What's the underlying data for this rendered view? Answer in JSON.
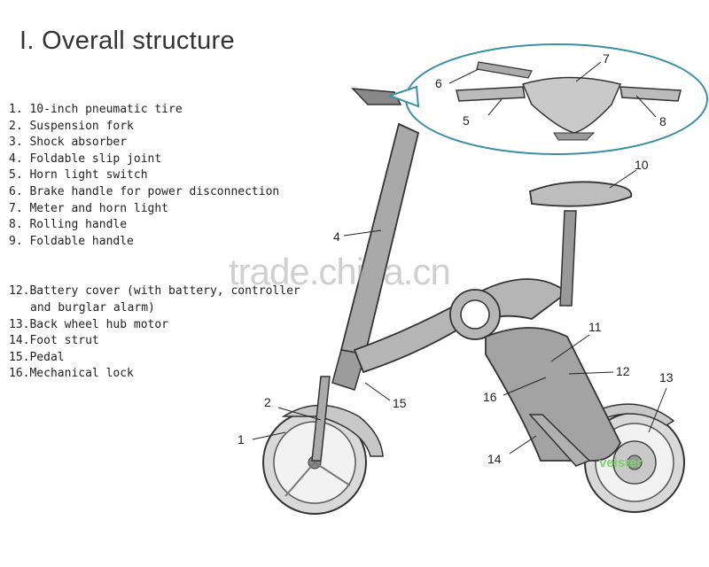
{
  "title": "I. Overall structure",
  "parts": [
    "1. 10-inch pneumatic tire",
    "2. Suspension fork",
    "3. Shock absorber",
    "4. Foldable slip joint",
    "5. Horn light switch",
    "6. Brake handle for power disconnection",
    "7. Meter and horn light",
    "8. Rolling handle",
    "9. Foldable handle",
    "12.Battery cover (with battery, controller",
    "and burglar alarm)",
    "13.Back wheel hub motor",
    "14.Foot strut",
    "15.Pedal",
    "16.Mechanical lock"
  ],
  "callouts": {
    "c1": "1",
    "c2": "2",
    "c4": "4",
    "c5": "5",
    "c6": "6",
    "c7": "7",
    "c8": "8",
    "c10": "10",
    "c11": "11",
    "c12": "12",
    "c13": "13",
    "c14": "14",
    "c15": "15",
    "c16": "16"
  },
  "watermark": "trade.china.cn",
  "brand_mark": "veister",
  "colors": {
    "line": "#333333",
    "body": "#a9a9a9",
    "callout_ring": "#3c8fa4",
    "brand": "#7bd36b"
  }
}
